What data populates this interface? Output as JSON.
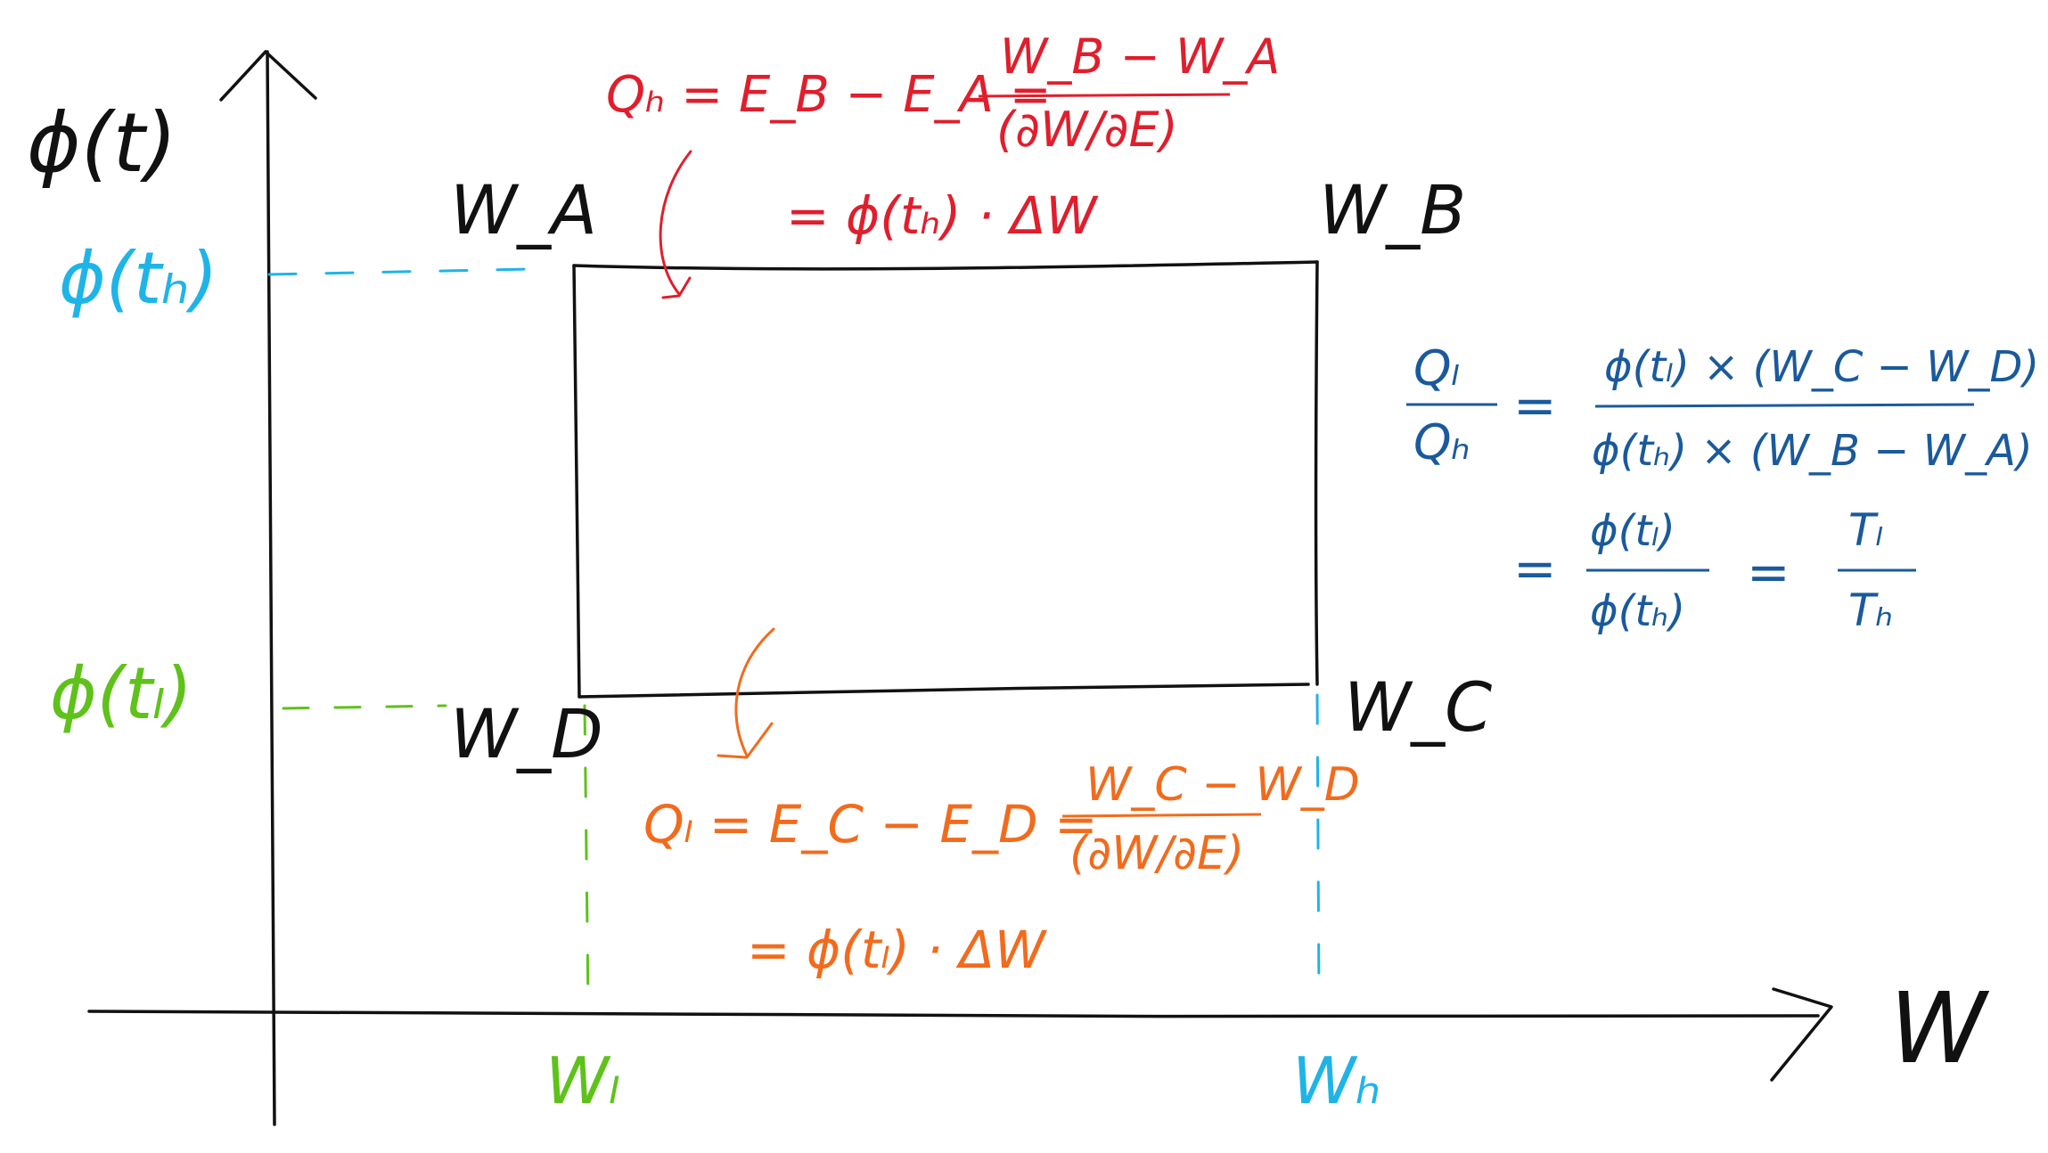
{
  "colors": {
    "ink": "#111111",
    "hot": "#e01e2c",
    "hot_level": "#1fb4e8",
    "cold_level": "#5ec21a",
    "cold": "#f26b1d",
    "ratio": "#1a5a9c"
  },
  "axes": {
    "y_label": "ϕ(t)",
    "x_label": "W",
    "y_tick_high": "ϕ(tₕ)",
    "y_tick_low": "ϕ(tₗ)",
    "x_tick_low": "Wₗ",
    "x_tick_high": "Wₕ"
  },
  "corners": {
    "a": "W_A",
    "b": "W_B",
    "c": "W_C",
    "d": "W_D"
  },
  "q_hot": {
    "lhs": "Qₕ = E_B − E_A =",
    "numerator": "W_B − W_A",
    "denominator": "(∂W/∂E)",
    "second": "= ϕ(tₕ) · ΔW"
  },
  "q_cold": {
    "lhs": "Qₗ = E_C − E_D =",
    "numerator": "W_C − W_D",
    "denominator": "(∂W/∂E)",
    "second": "= ϕ(tₗ) · ΔW"
  },
  "ratio": {
    "lhs_num": "Qₗ",
    "lhs_den": "Qₕ",
    "eq1": "=",
    "num1": "ϕ(tₗ) × (W_C − W_D)",
    "den1": "ϕ(tₕ) × (W_B − W_A)",
    "eq2": "=",
    "num2": "ϕ(tₗ)",
    "den2": "ϕ(tₕ)",
    "eq3": "=",
    "num3": "Tₗ",
    "den3": "Tₕ"
  }
}
